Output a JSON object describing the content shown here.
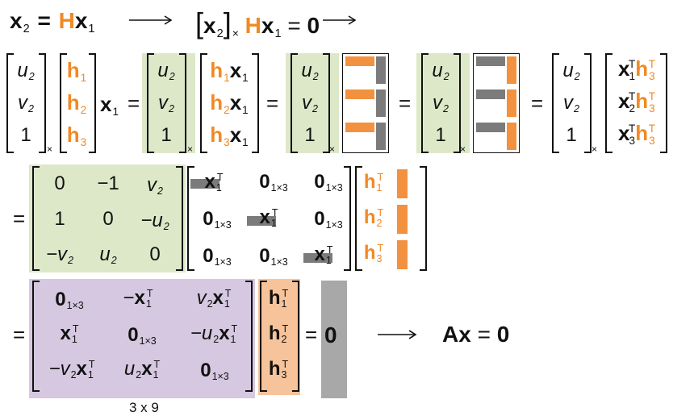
{
  "colors": {
    "orange": "#f08a24",
    "green": "#dde8c8",
    "purple": "#d5c8e0",
    "peach": "#f7c39a",
    "gray": "#a8a8a8",
    "bar_gray": "#7b7b7b"
  },
  "row1": {
    "left": {
      "x": "x",
      "x_sub": "2",
      "eq": "=",
      "H": "H",
      "x1": "x",
      "x1_sub": "1"
    },
    "bracket": "[",
    "bracket_close": "]",
    "x2": "x",
    "x2_sub": "2",
    "cross_sub": "×",
    "H": "H",
    "x1": "x",
    "x1_sub": "1",
    "eq": "=",
    "zero": "0"
  },
  "row2": {
    "uv1": {
      "u": "u",
      "u_sub": "2",
      "v": "v",
      "v_sub": "2",
      "one": "1"
    },
    "cross": "×",
    "h": {
      "h1": "h",
      "s1": "1",
      "h2": "h",
      "s2": "2",
      "h3": "h",
      "s3": "3"
    },
    "x1": "x",
    "x1_sub": "1",
    "eq": "=",
    "hx": {
      "h": "h",
      "x": "x",
      "s1": "1",
      "s2": "2",
      "s3": "3",
      "xs": "1"
    },
    "xh": {
      "x": "x",
      "xs1": "1",
      "xs2": "2",
      "xs3": "3",
      "T": "T",
      "h": "h",
      "hs": "3"
    }
  },
  "row3": {
    "eq": "=",
    "m": [
      "0",
      "−1",
      "v",
      "1",
      "0",
      "−u",
      "−v",
      "u",
      "0"
    ],
    "m_sub": [
      "",
      "",
      "2",
      "",
      "",
      "2",
      "2",
      "2",
      ""
    ],
    "b": {
      "x": "x",
      "T": "T",
      "xs": "1",
      "zero": "0",
      "zs": "1×3"
    },
    "h": {
      "h": "h",
      "T": "T",
      "s1": "1",
      "s2": "2",
      "s3": "3"
    }
  },
  "row4": {
    "eq": "=",
    "A": {
      "zero": "0",
      "zs": "1×3",
      "neg": "−",
      "x": "x",
      "T": "T",
      "s": "1",
      "v": "v",
      "u": "u",
      "two": "2",
      "neg_u": "−u",
      "neg_v": "−v"
    },
    "h": {
      "h": "h",
      "T": "T",
      "s1": "1",
      "s2": "2",
      "s3": "3"
    },
    "eq2": "=",
    "zero": "0",
    "Ax": "Ax",
    "eq3": "=",
    "zero3": "0",
    "dim": "3 x 9"
  }
}
